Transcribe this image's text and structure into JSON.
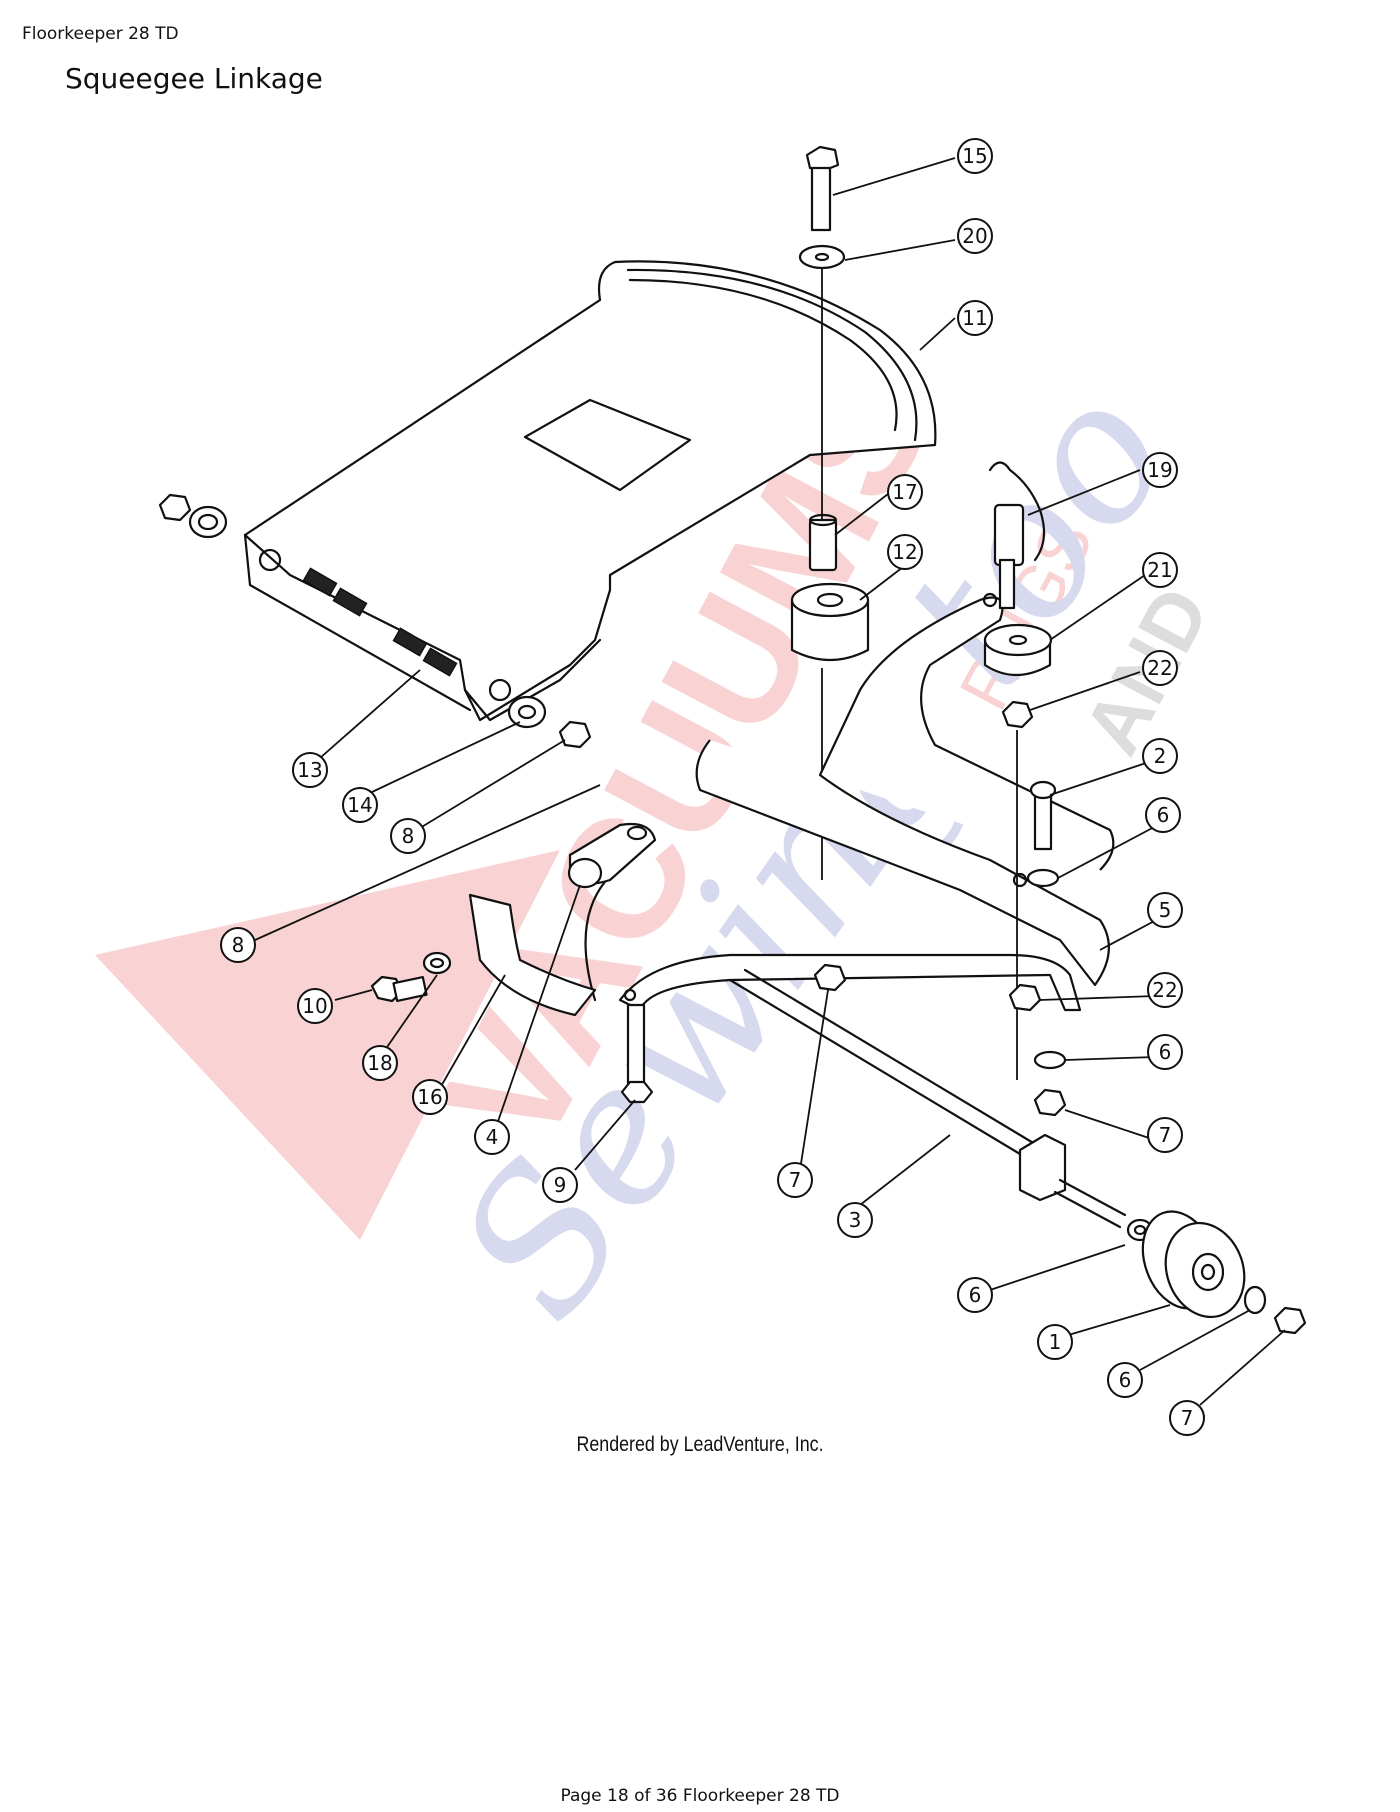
{
  "header": {
    "doc_title": "Floorkeeper 28 TD"
  },
  "page_title": "Squeegee Linkage",
  "diagram": {
    "credit": "Rendered by LeadVenture, Inc.",
    "callouts": [
      "15",
      "20",
      "11",
      "17",
      "12",
      "19",
      "21",
      "22",
      "2",
      "6",
      "5",
      "22",
      "6",
      "7",
      "13",
      "14",
      "8",
      "8",
      "10",
      "18",
      "16",
      "4",
      "9",
      "7",
      "3",
      "6",
      "1",
      "6",
      "7"
    ],
    "watermark": {
      "text_main": "VACUUMS",
      "text_small_1": "RUGS",
      "text_small_2": "AND",
      "text_script": "Sewing too",
      "colors": {
        "red": "#e23a3a",
        "blue": "#4a55b0",
        "grey": "#666666"
      }
    }
  },
  "footer": {
    "page_label": "Page 18 of 36 Floorkeeper 28 TD"
  }
}
